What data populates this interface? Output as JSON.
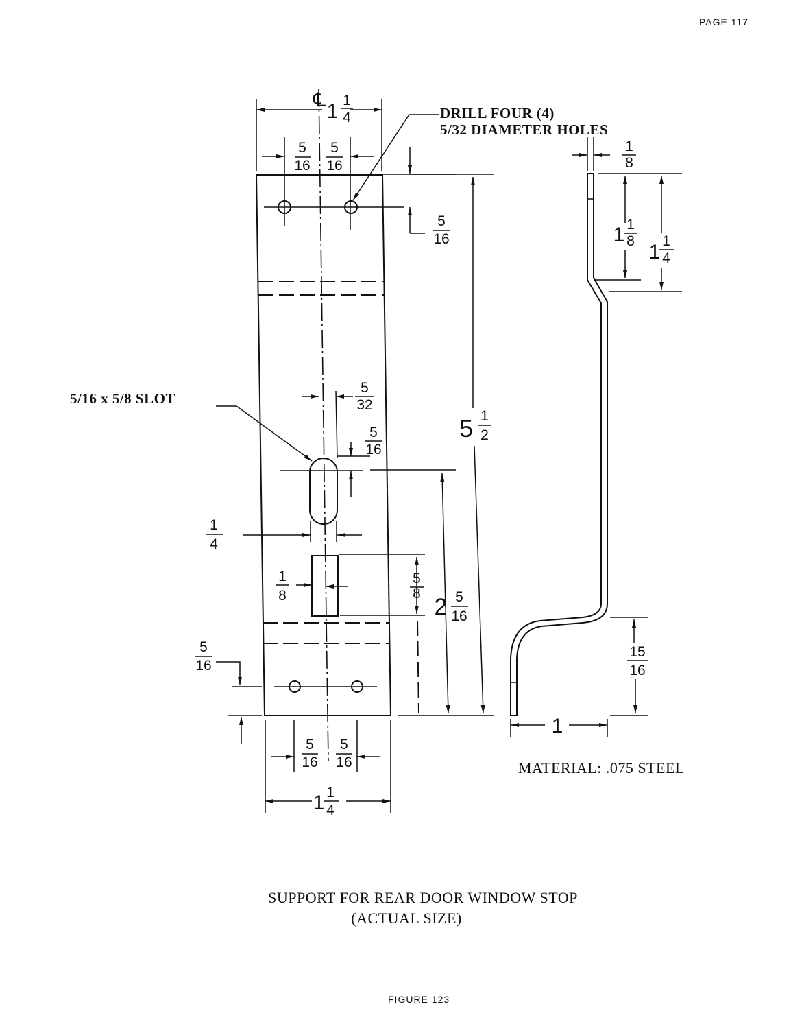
{
  "page_number": "PAGE 117",
  "figure_label": "FIGURE 123",
  "caption": {
    "line1": "SUPPORT FOR REAR DOOR WINDOW STOP",
    "line2": "(ACTUAL SIZE)"
  },
  "notes": {
    "drill_line1": "DRILL FOUR (4)",
    "drill_line2": "5/32 DIAMETER HOLES",
    "slot": "5/16 x 5/8 SLOT",
    "material": "MATERIAL:  .075 STEEL",
    "centerline_symbol": "℄"
  },
  "dims": {
    "top_width": {
      "whole": "1",
      "num": "1",
      "den": "4"
    },
    "top_hole_left": {
      "num": "5",
      "den": "16"
    },
    "top_hole_right": {
      "num": "5",
      "den": "16"
    },
    "top_hole_from_edge": {
      "num": "5",
      "den": "16"
    },
    "side_thickness": {
      "num": "1",
      "den": "8"
    },
    "side_inner_height": {
      "whole": "1",
      "num": "1",
      "den": "8"
    },
    "side_outer_height": {
      "whole": "1",
      "num": "1",
      "den": "4"
    },
    "slot_half_width": {
      "num": "5",
      "den": "32"
    },
    "slot_end": {
      "num": "5",
      "den": "16"
    },
    "overall_length": {
      "whole": "5",
      "num": "1",
      "den": "2"
    },
    "slot_width": {
      "num": "1",
      "den": "4"
    },
    "tab_half_width": {
      "num": "1",
      "den": "8"
    },
    "tab_length": {
      "num": "5",
      "den": "8"
    },
    "slot_to_bottom": {
      "whole": "2",
      "num": "5",
      "den": "16"
    },
    "bottom_hole_from_edge": {
      "num": "5",
      "den": "16"
    },
    "side_bottom_height": {
      "num": "15",
      "den": "16"
    },
    "side_offset": {
      "whole": "1"
    },
    "bottom_hole_left": {
      "num": "5",
      "den": "16"
    },
    "bottom_hole_right": {
      "num": "5",
      "den": "16"
    },
    "bottom_width": {
      "whole": "1",
      "num": "1",
      "den": "4"
    }
  }
}
